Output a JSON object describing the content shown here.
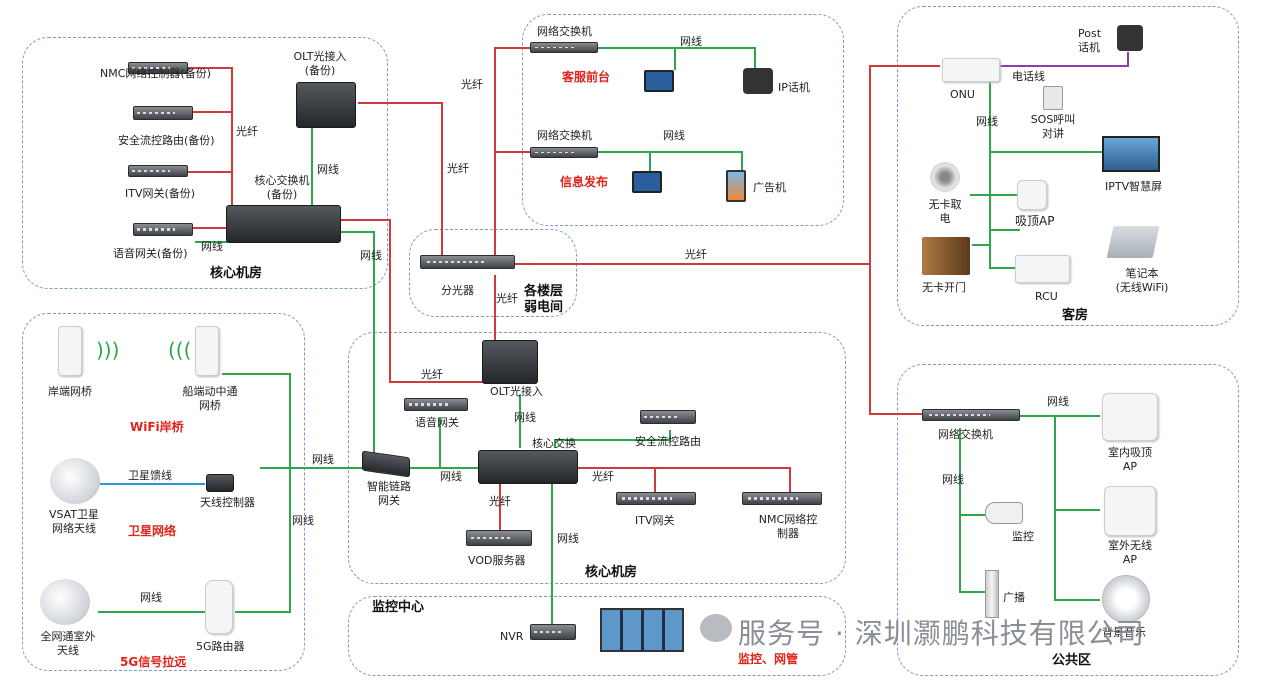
{
  "zones": {
    "core_room_top": "核心机房",
    "floor_weak": "各楼层\n弱电间",
    "front_desk": "客服前台",
    "info_publish": "信息发布",
    "guest_room": "客房",
    "public_area": "公共区",
    "wifi_bridge": "WiFi岸桥",
    "satellite": "卫星网络",
    "fiveg": "5G信号拉远",
    "core_room_mid": "核心机房",
    "monitor_center": "监控中心",
    "monitor_mgmt": "监控、网管"
  },
  "devices": {
    "nmc_backup": "NMC网络控制器(备份)",
    "sec_router_backup": "安全流控路由(备份)",
    "itv_backup": "ITV网关(备份)",
    "voice_backup": "语音网关(备份)",
    "olt_backup": "OLT光接入\n(备份)",
    "core_switch_backup": "核心交换机\n(备份)",
    "switch_front": "网络交换机",
    "ip_phone": "IP话机",
    "switch_info": "网络交换机",
    "ad_machine": "广告机",
    "splitter": "分光器",
    "onu": "ONU",
    "post_phone": "Post\n话机",
    "sos": "SOS呼叫\n对讲",
    "iptv": "IPTV智慧屏",
    "no_card_power": "无卡取\n电",
    "ceiling_ap_room": "吸顶AP",
    "no_card_door": "无卡开门",
    "rcu": "RCU",
    "laptop": "笔记本\n(无线WiFi)",
    "shore_bridge": "岸端网桥",
    "ship_bridge": "船端动中通\n网桥",
    "vsat": "VSAT卫星\n网络天线",
    "antenna_ctrl": "天线控制器",
    "all_net_antenna": "全网通室外\n天线",
    "router_5g": "5G路由器",
    "voice_gw": "语音网关",
    "olt": "OLT光接入",
    "core_switch": "核心交换",
    "sec_router": "安全流控路由",
    "smart_gw": "智能链路\n网关",
    "itv_gw": "ITV网关",
    "nmc": "NMC网络控\n制器",
    "vod": "VOD服务器",
    "nvr": "NVR",
    "switch_public": "网络交换机",
    "indoor_ap": "室内吸顶\nAP",
    "camera": "监控",
    "outdoor_ap": "室外无线\nAP",
    "broadcast": "广播",
    "bg_music": "背景音乐"
  },
  "links": {
    "fiber": "光纤",
    "cable": "网线",
    "phone_line": "电话线",
    "sat_feed": "卫星馈线"
  },
  "watermark": "服务号 · 深圳灏鹏科技有限公司",
  "colors": {
    "fiber": "#d03a3a",
    "cable": "#2aa84a",
    "phone": "#8a3fb0",
    "sat": "#2a9ad6",
    "zone": "#7a9ccc"
  }
}
